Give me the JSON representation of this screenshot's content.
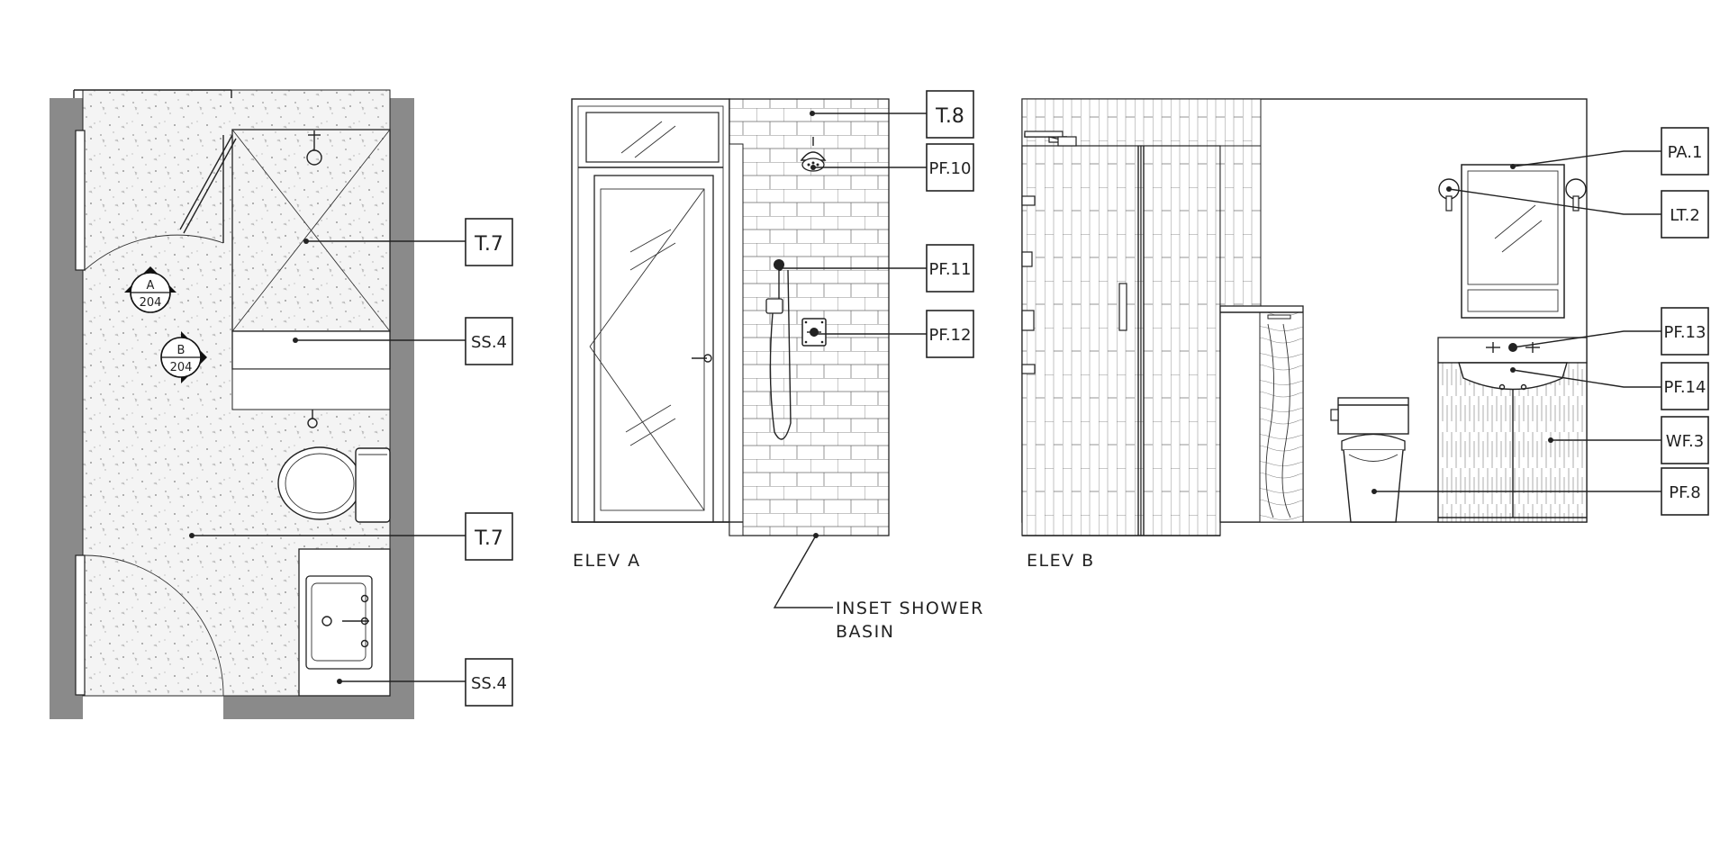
{
  "plan": {
    "section_markers": [
      {
        "letter": "A",
        "sheet": "204"
      },
      {
        "letter": "B",
        "sheet": "204"
      }
    ],
    "tags": {
      "shower_floor": "T.7",
      "shower_curb": "SS.4",
      "floor": "T.7",
      "vanity_top": "SS.4"
    }
  },
  "elev_a": {
    "label": "ELEV A",
    "tags": {
      "wall_tile": "T.8",
      "shower_head": "PF.10",
      "hand_shower": "PF.11",
      "valve": "PF.12"
    },
    "note_line1": "INSET SHOWER",
    "note_line2": "BASIN"
  },
  "elev_b": {
    "label": "ELEV B",
    "tags": {
      "mirror": "PA.1",
      "sconce": "LT.2",
      "faucet": "PF.13",
      "sink": "PF.14",
      "vanity": "WF.3",
      "toilet": "PF.8"
    }
  }
}
